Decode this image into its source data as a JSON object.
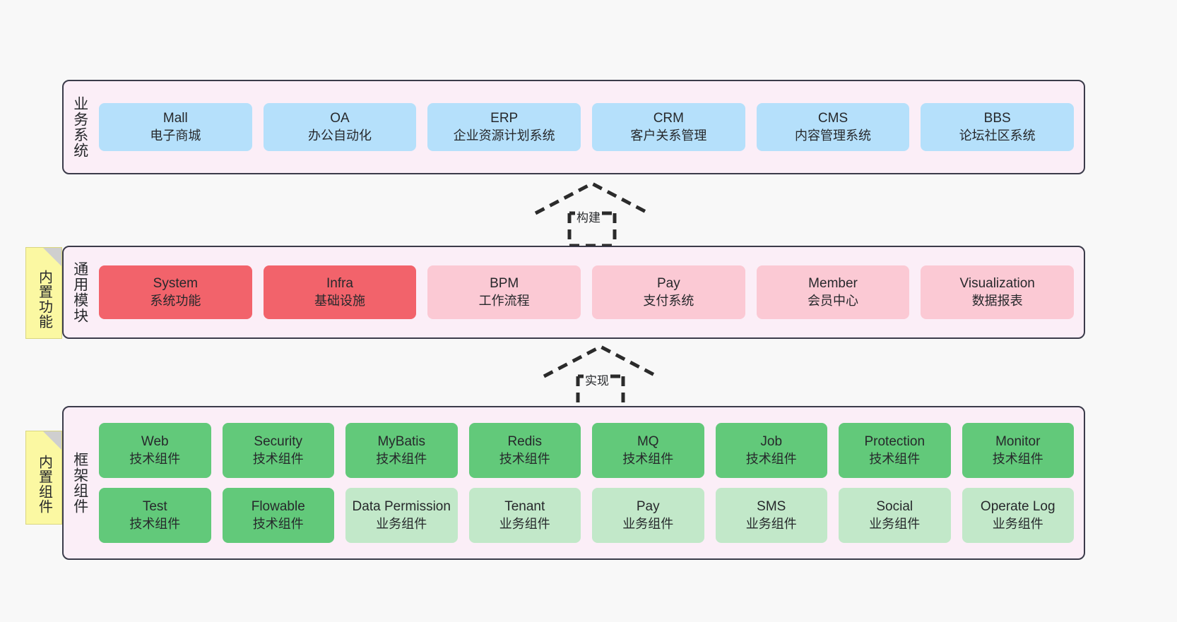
{
  "diagram": {
    "background_color": "#f8f8f8",
    "panel_fill": "#fbeef7",
    "panel_border": "#3b3b4a",
    "note_fill": "#fbf8a2"
  },
  "layers": {
    "business": {
      "title": "业务系统",
      "card_color": "#b5e0fb",
      "items": [
        {
          "en": "Mall",
          "cn": "电子商城"
        },
        {
          "en": "OA",
          "cn": "办公自动化"
        },
        {
          "en": "ERP",
          "cn": "企业资源计划系统"
        },
        {
          "en": "CRM",
          "cn": "客户关系管理"
        },
        {
          "en": "CMS",
          "cn": "内容管理系统"
        },
        {
          "en": "BBS",
          "cn": "论坛社区系统"
        }
      ]
    },
    "common": {
      "title": "通用模块",
      "note": "内置功能",
      "card_color_primary": "#f2636b",
      "card_color_secondary": "#fbc9d4",
      "items": [
        {
          "en": "System",
          "cn": "系统功能",
          "variant": "c-red"
        },
        {
          "en": "Infra",
          "cn": "基础设施",
          "variant": "c-red"
        },
        {
          "en": "BPM",
          "cn": "工作流程",
          "variant": "c-pink"
        },
        {
          "en": "Pay",
          "cn": "支付系统",
          "variant": "c-pink"
        },
        {
          "en": "Member",
          "cn": "会员中心",
          "variant": "c-pink"
        },
        {
          "en": "Visualization",
          "cn": "数据报表",
          "variant": "c-pink"
        }
      ]
    },
    "framework": {
      "title": "框架组件",
      "note": "内置组件",
      "card_color_tech": "#62c97a",
      "card_color_biz": "#c2e8c9",
      "row1": [
        {
          "en": "Web",
          "cn": "技术组件",
          "variant": "c-green"
        },
        {
          "en": "Security",
          "cn": "技术组件",
          "variant": "c-green"
        },
        {
          "en": "MyBatis",
          "cn": "技术组件",
          "variant": "c-green"
        },
        {
          "en": "Redis",
          "cn": "技术组件",
          "variant": "c-green"
        },
        {
          "en": "MQ",
          "cn": "技术组件",
          "variant": "c-green"
        },
        {
          "en": "Job",
          "cn": "技术组件",
          "variant": "c-green"
        },
        {
          "en": "Protection",
          "cn": "技术组件",
          "variant": "c-green"
        },
        {
          "en": "Monitor",
          "cn": "技术组件",
          "variant": "c-green"
        }
      ],
      "row2": [
        {
          "en": "Test",
          "cn": "技术组件",
          "variant": "c-green"
        },
        {
          "en": "Flowable",
          "cn": "技术组件",
          "variant": "c-green"
        },
        {
          "en": "Data Permission",
          "cn": "业务组件",
          "variant": "c-lightgreen"
        },
        {
          "en": "Tenant",
          "cn": "业务组件",
          "variant": "c-lightgreen"
        },
        {
          "en": "Pay",
          "cn": "业务组件",
          "variant": "c-lightgreen"
        },
        {
          "en": "SMS",
          "cn": "业务组件",
          "variant": "c-lightgreen"
        },
        {
          "en": "Social",
          "cn": "业务组件",
          "variant": "c-lightgreen"
        },
        {
          "en": "Operate Log",
          "cn": "业务组件",
          "variant": "c-lightgreen"
        }
      ]
    }
  },
  "connectors": [
    {
      "name": "build",
      "label": "构建",
      "style": "dashed-hollow-arrow-up"
    },
    {
      "name": "implement",
      "label": "实现",
      "style": "dashed-hollow-arrow-up"
    }
  ]
}
